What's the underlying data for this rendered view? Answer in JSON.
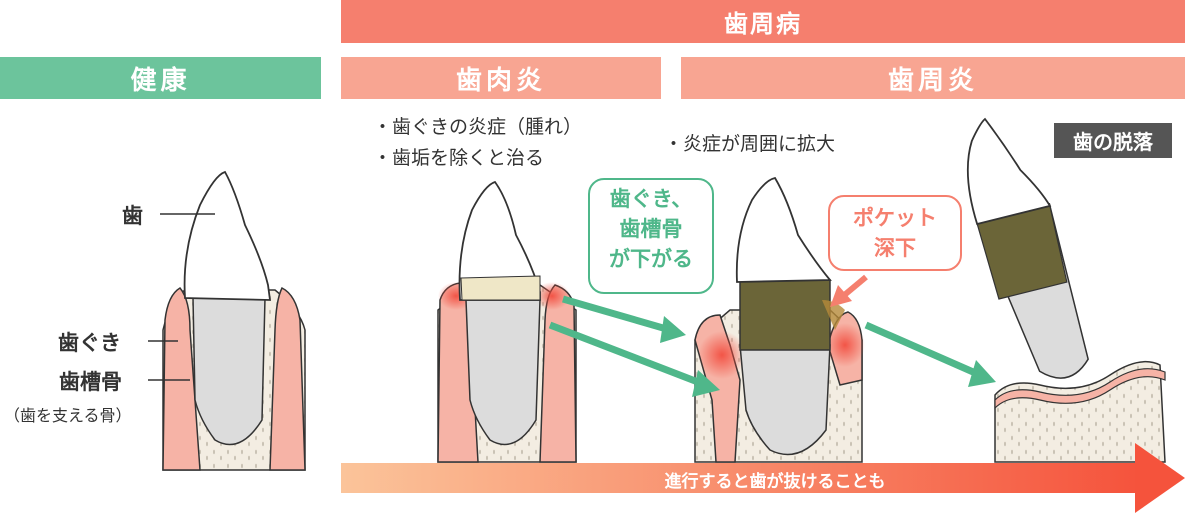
{
  "headers": {
    "periodontal": "歯周病",
    "healthy": "健康",
    "gingivitis": "歯肉炎",
    "periodontitis": "歯周炎"
  },
  "gingivitis_notes": [
    "・歯ぐきの炎症（腫れ）",
    "・歯垢を除くと治る"
  ],
  "periodontitis_note": "・炎症が周囲に拡大",
  "tooth_loss": "歯の脱落",
  "labels": {
    "tooth": "歯",
    "gum": "歯ぐき",
    "alveolar_bone": "歯槽骨",
    "alveolar_bone_sub": "（歯を支える骨）"
  },
  "callout_green": [
    "歯ぐき、",
    "歯槽骨",
    "が下がる"
  ],
  "callout_red": [
    "ポケット",
    "深下"
  ],
  "progress_arrow": "進行すると歯が抜けることも",
  "colors": {
    "header_red": "#f57f6e",
    "header_pink": "#f8a592",
    "header_green": "#6cc49c",
    "arrow_green": "#4fb78a",
    "gum_pink": "#f6b3a6",
    "bone": "#f3ede2",
    "tooth_gray": "#dcdcdc"
  }
}
